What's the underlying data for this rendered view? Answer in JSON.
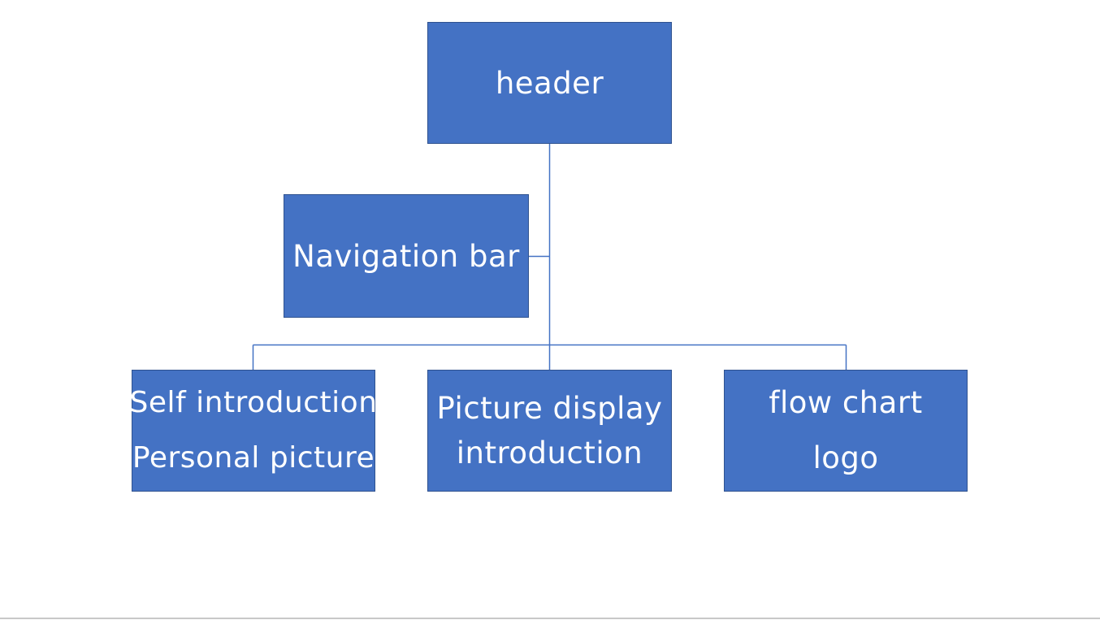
{
  "diagram": {
    "nodes": {
      "header": {
        "lines": [
          "header"
        ]
      },
      "navigation": {
        "lines": [
          "Navigation bar"
        ]
      },
      "self_intro": {
        "lines": [
          "Self introduction",
          "Personal picture"
        ]
      },
      "picture_display": {
        "lines": [
          "Picture display",
          "introduction"
        ]
      },
      "flow_chart": {
        "lines": [
          "flow chart",
          "logo"
        ]
      }
    },
    "colors": {
      "node_fill": "#4472C4",
      "node_border": "#2F528F",
      "node_text": "#FFFFFF",
      "connector": "#4472C4"
    }
  }
}
